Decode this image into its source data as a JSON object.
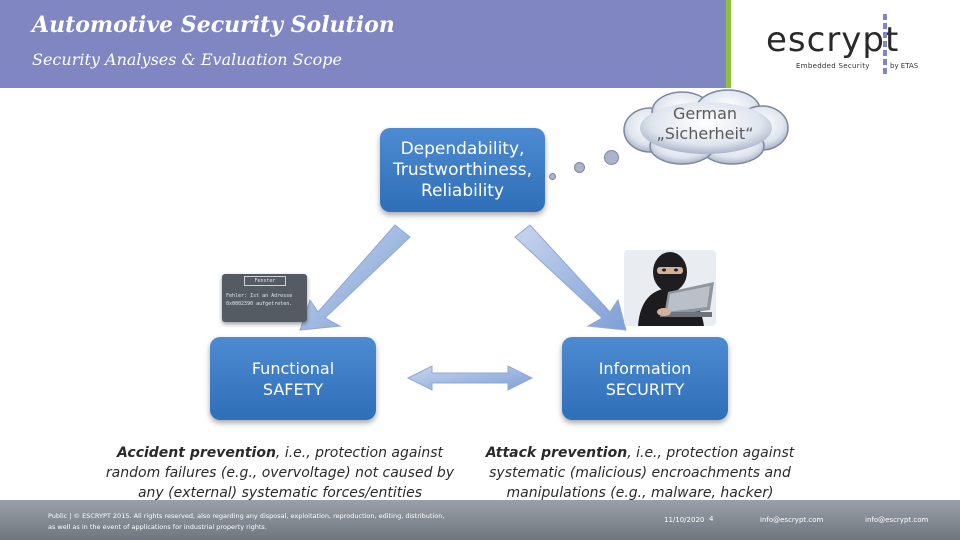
{
  "header": {
    "title": "Automotive Security Solution",
    "subtitle": "Security Analyses & Evaluation Scope"
  },
  "logo": {
    "word": "escrypt",
    "tagline": "Embedded Security",
    "by": "by ETAS"
  },
  "cloud": {
    "line1": "German",
    "line2": "„Sicherheit“"
  },
  "boxes": {
    "top": [
      "Dependability,",
      "Trustworthiness,",
      "Reliability"
    ],
    "left": [
      "Functional",
      "SAFETY"
    ],
    "right": [
      "Information",
      "SECURITY"
    ]
  },
  "screen": {
    "title": "Fenster",
    "line1": "Fehler: Ist an Adresse",
    "line2": "0x0002390 aufgetreten."
  },
  "descriptions": {
    "left": {
      "bold": "Accident prevention",
      "text": ", i.e., protection against random failures (e.g., overvoltage) not caused by any (external) systematic forces/entities"
    },
    "right": {
      "bold": "Attack prevention",
      "text": ", i.e., protection against systematic (malicious) encroachments and manipulations (e.g., malware, hacker)"
    }
  },
  "footer": {
    "legal": "Public | © ESCRYPT 2015. All rights reserved, also regarding any disposal, exploitation, reproduction, editing, distribution, as well as in the event of applications for industrial property rights.",
    "date": "11/10/2020",
    "page": "4",
    "email1": "info@escrypt.com",
    "email2": "info@escrypt.com"
  },
  "colors": {
    "header": "#7f86c2",
    "accent": "#8fbf3f",
    "box": "#3a7cc4",
    "arrow": "#8fb0df"
  },
  "icons": [
    "thought-cloud-icon",
    "error-screen-icon",
    "hacker-icon"
  ]
}
